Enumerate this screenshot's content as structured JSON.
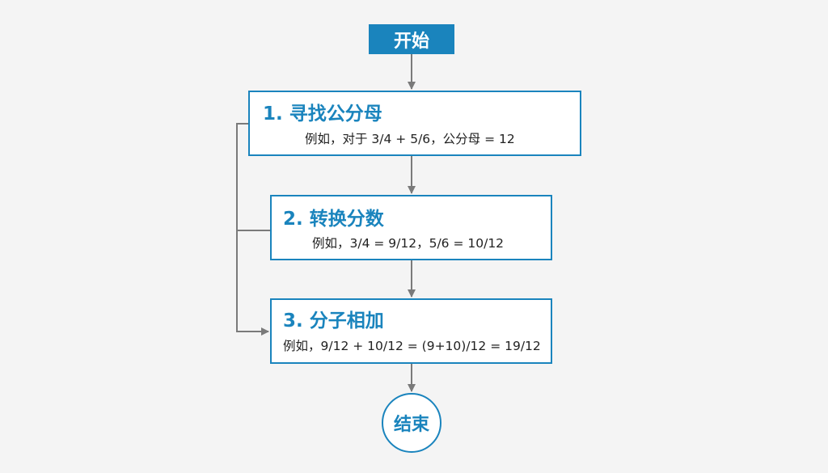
{
  "flowchart": {
    "start_label": "开始",
    "end_label": "结束",
    "steps": [
      {
        "title": "1. 寻找公分母",
        "detail": "例如，对于 3/4 + 5/6，公分母 = 12"
      },
      {
        "title": "2. 转换分数",
        "detail": "例如，3/4 = 9/12，5/6 = 10/12"
      },
      {
        "title": "3. 分子相加",
        "detail": "例如，9/12 + 10/12 = (9+10)/12 = 19/12"
      }
    ],
    "colors": {
      "accent": "#1a84bd",
      "connector": "#7a7a7a",
      "background": "#f4f4f4",
      "box_fill": "#ffffff",
      "detail_text": "#222222"
    }
  }
}
